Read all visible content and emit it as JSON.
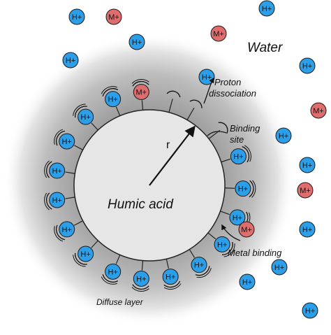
{
  "labels": {
    "water": "Water",
    "humic_acid": "Humic acid",
    "radius": "r",
    "proton_dissociation_1": "Proton",
    "proton_dissociation_2": "dissociation",
    "binding_site_1": "Binding",
    "binding_site_2": "site",
    "metal_binding": "Metal binding",
    "diffuse_layer": "Diffuse layer"
  },
  "ions": {
    "proton": "H+",
    "metal": "M+"
  },
  "colors": {
    "proton_fill": "#2d9ee8",
    "metal_fill": "#e06d6d",
    "particle_fill": "#e6e6e6",
    "diffuse_dark": "#8f8f8f",
    "outline": "#222222"
  }
}
